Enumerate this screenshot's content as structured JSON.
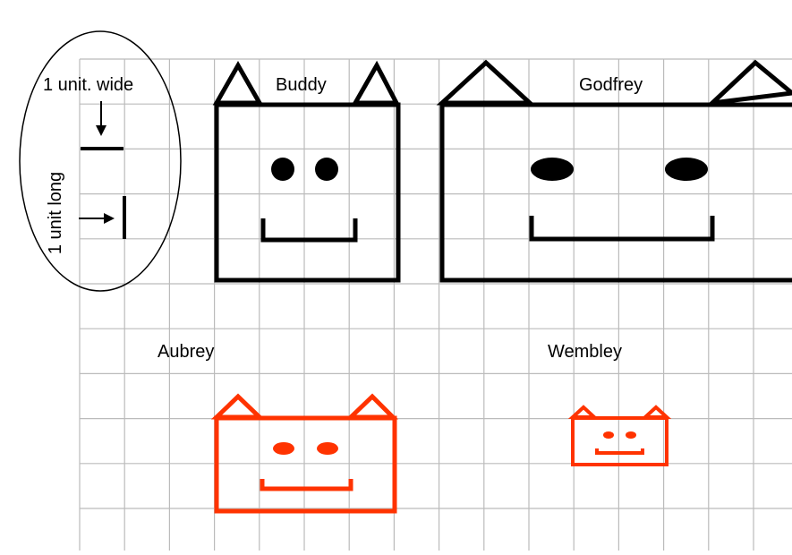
{
  "legend": {
    "wide_label": "1 unit. wide",
    "long_label": "1 unit long"
  },
  "figures": [
    {
      "name": "Buddy",
      "color": "#000000"
    },
    {
      "name": "Godfrey",
      "color": "#000000"
    },
    {
      "name": "Aubrey",
      "color": "#ff3300"
    },
    {
      "name": "Wembley",
      "color": "#ff3300"
    }
  ],
  "colors": {
    "grid": "#bbbbbb",
    "black": "#000000",
    "red": "#ff3300"
  }
}
